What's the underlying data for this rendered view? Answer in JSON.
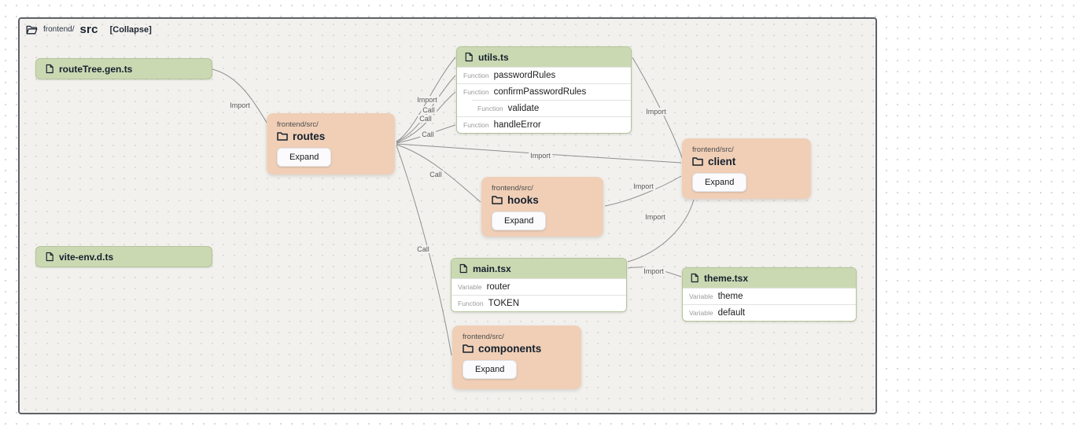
{
  "header": {
    "path": "frontend/",
    "name": "src",
    "collapse": "[Collapse]"
  },
  "nodes": {
    "routetree": {
      "label": "routeTree.gen.ts"
    },
    "vite_env": {
      "label": "vite-env.d.ts"
    },
    "utils": {
      "title": "utils.ts",
      "rows": [
        {
          "kind": "Function",
          "name": "passwordRules"
        },
        {
          "kind": "Function",
          "name": "confirmPasswordRules"
        },
        {
          "kind": "Function",
          "name": "validate"
        },
        {
          "kind": "Function",
          "name": "handleError"
        }
      ]
    },
    "routes": {
      "path": "frontend/src/",
      "name": "routes",
      "expand": "Expand"
    },
    "client": {
      "path": "frontend/src/",
      "name": "client",
      "expand": "Expand"
    },
    "hooks": {
      "path": "frontend/src/",
      "name": "hooks",
      "expand": "Expand"
    },
    "components": {
      "path": "frontend/src/",
      "name": "components",
      "expand": "Expand"
    },
    "main": {
      "title": "main.tsx",
      "rows": [
        {
          "kind": "Variable",
          "name": "router"
        },
        {
          "kind": "Function",
          "name": "TOKEN"
        }
      ]
    },
    "theme": {
      "title": "theme.tsx",
      "rows": [
        {
          "kind": "Variable",
          "name": "theme"
        },
        {
          "kind": "Variable",
          "name": "default"
        }
      ]
    }
  },
  "edges": {
    "routetree_routes": "Import",
    "routes_utils": "Import",
    "routes_passwordrules": "Call",
    "routes_confirmpasswordrules": "Call",
    "routes_handleerror": "Call",
    "routes_client": "Import",
    "routes_hooks": "Call",
    "routes_components": "Call",
    "utils_client": "Import",
    "hooks_client": "Import",
    "main_client": "Import",
    "main_theme": "Import"
  },
  "colors": {
    "file_node_bg": "#cbd9b3",
    "folder_node_bg": "#f0cfb6",
    "panel_bg": "#f2f1ee",
    "edge": "#8f8f8f"
  }
}
